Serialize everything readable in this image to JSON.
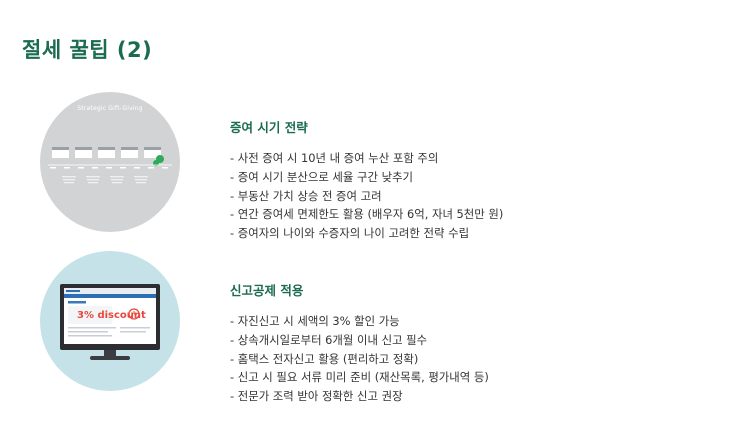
{
  "page": {
    "title": "절세 꿀팁 (2)"
  },
  "illustrations": {
    "gift_timeline": {
      "caption": "Strategic Gift-Giving"
    },
    "discount_monitor": {
      "badge": "3% discount"
    }
  },
  "sections": [
    {
      "heading": "증여 시기 전략",
      "items": [
        "- 사전 증여 시 10년 내 증여 누산 포함 주의",
        "- 증여 시기 분산으로 세율 구간 낮추기",
        "- 부동산 가치 상승 전 증여 고려",
        "- 연간 증여세 면제한도 활용 (배우자 6억, 자녀 5천만 원)",
        "- 증여자의 나이와 수증자의 나이 고려한 전략 수립"
      ]
    },
    {
      "heading": "신고공제 적용",
      "items": [
        "- 자진신고 시 세액의 3% 할인 가능",
        "- 상속개시일로부터 6개월 이내 신고 필수",
        "- 홈택스 전자신고 활용 (편리하고 정확)",
        "- 신고 시 필요 서류 미리 준비 (재산목록, 평가내역 등)",
        "- 전문가 조력 받아 정확한 신고 권장"
      ]
    }
  ],
  "colors": {
    "accent": "#1b6b4e",
    "text": "#333333",
    "circle_gray": "#d2d3d5",
    "circle_teal": "#c4e2e8",
    "badge_red": "#e8483d"
  }
}
